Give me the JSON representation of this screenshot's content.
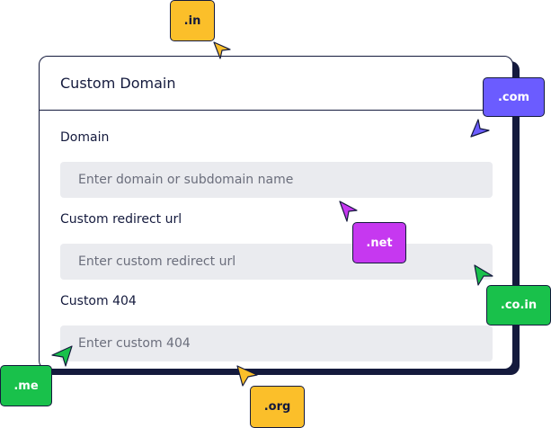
{
  "card": {
    "title": "Custom Domain",
    "fields": [
      {
        "label": "Domain",
        "placeholder": "Enter domain or subdomain name",
        "value": ""
      },
      {
        "label": "Custom redirect url",
        "placeholder": "Enter custom redirect url",
        "value": ""
      },
      {
        "label": "Custom 404",
        "placeholder": "Enter custom 404",
        "value": ""
      }
    ]
  },
  "tags": [
    {
      "label": ".in",
      "color": "#fbbf2a",
      "text_color": "#141a3d"
    },
    {
      "label": ".com",
      "color": "#6b5cff",
      "text_color": "#ffffff"
    },
    {
      "label": ".net",
      "color": "#c638f0",
      "text_color": "#ffffff"
    },
    {
      "label": ".co.in",
      "color": "#19c14b",
      "text_color": "#ffffff"
    },
    {
      "label": ".me",
      "color": "#19c14b",
      "text_color": "#ffffff"
    },
    {
      "label": ".org",
      "color": "#fbbf2a",
      "text_color": "#141a3d"
    }
  ],
  "cursor_icon": "pointer-arrow-icon",
  "colors": {
    "outline": "#141a3d",
    "input_bg": "#eaebef"
  }
}
